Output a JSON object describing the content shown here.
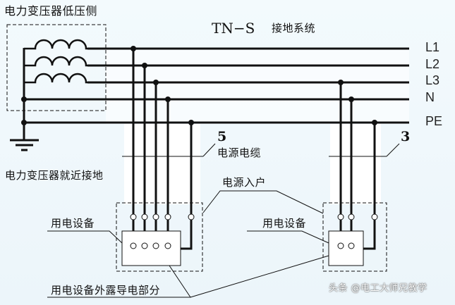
{
  "diagram": {
    "title_code": "TN−S",
    "title_text": "接地系统",
    "transformer_label": "电力变压器低压侧",
    "grounding_label": "电力变压器就近接地",
    "bus_labels": [
      "L1",
      "L2",
      "L3",
      "N",
      "PE"
    ],
    "cable_5": {
      "number": "5",
      "label": "电源电缆",
      "conductors": [
        "L1",
        "L2",
        "L3",
        "N",
        "PE"
      ]
    },
    "cable_3": {
      "number": "3",
      "conductors": [
        "L3",
        "N",
        "PE"
      ]
    },
    "service_entry_label": "电源入户",
    "equipment_left_label": "用电设备",
    "equipment_right_label": "用电设备",
    "exposed_part_label": "用电设备外露导电部分",
    "watermark": "头条 @电工大师兄教学",
    "colors": {
      "line": "#111111",
      "background": "#eef6fa",
      "sheath": "#ffffff"
    }
  }
}
